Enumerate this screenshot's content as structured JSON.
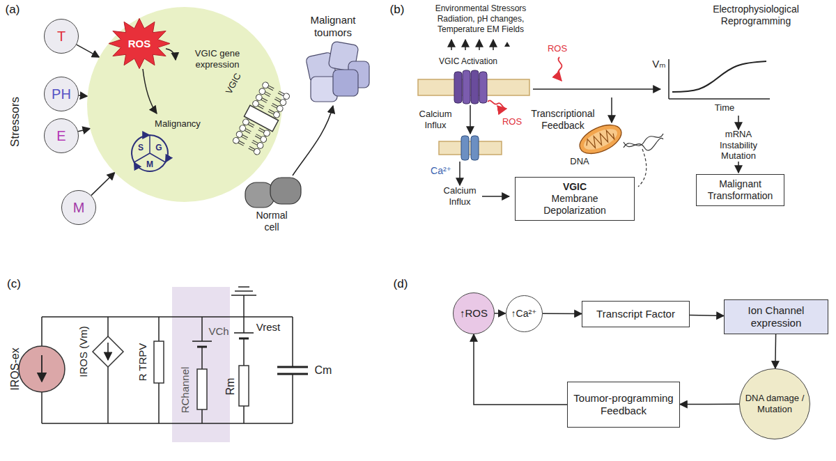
{
  "diagram": {
    "nodes": [
      {
        "text": [
          "T"
        ]
      },
      {
        "text": [
          "PH"
        ]
      },
      {
        "text": [
          "E"
        ]
      },
      {
        "text": [
          "M"
        ]
      },
      {
        "text": [
          "VGIC gene expression",
          "Malignancy",
          "VGIC"
        ]
      },
      {
        "text": [
          "ROS"
        ],
        "in": 4
      },
      {
        "text": [
          "S",
          "G",
          "M"
        ],
        "in": 4
      },
      {
        "text": [
          "VGIC",
          "Membrane Depolarization"
        ]
      },
      {
        "text": [
          "Malignant Transformation"
        ]
      },
      {
        "text": [
          "↑ROS"
        ]
      },
      {
        "text": [
          "↑Ca²⁺"
        ]
      },
      {
        "text": [
          "Transcript Factor"
        ]
      },
      {
        "text": [
          "Ion Channel expression"
        ]
      },
      {
        "text": [
          "DNA damage / Mutation"
        ]
      },
      {
        "text": [
          "Toumor-programming Feedback"
        ]
      }
    ],
    "edges": [
      {
        "from": 0,
        "to": 4,
        "arrow": "to"
      },
      {
        "from": 1,
        "to": 4,
        "arrow": "to"
      },
      {
        "from": 2,
        "to": 4,
        "arrow": "to"
      },
      {
        "from": 3,
        "to": 4,
        "arrow": "to"
      },
      {
        "from": 9,
        "to": 10,
        "arrow": "to"
      },
      {
        "from": 10,
        "to": 11,
        "arrow": "to"
      },
      {
        "from": 11,
        "to": 12,
        "arrow": "to"
      },
      {
        "from": 12,
        "to": 13,
        "arrow": "to"
      },
      {
        "from": 13,
        "to": 14,
        "arrow": "to"
      },
      {
        "from": 14,
        "to": 9,
        "arrow": "to"
      }
    ],
    "labels": [
      "(a)",
      "Stressors",
      "Malignant toumors",
      "Normal cell",
      "(b)",
      "Environmental Stressors",
      "Radiation, pH changes,",
      "Temperature EM Fields",
      "Electrophysiological Reprogramming",
      "VGIC Activation",
      "Calcium Influx",
      "ROS",
      "ROS",
      "Transcriptional Feedback",
      "Ca²⁺",
      "Calcium Influx",
      "DNA",
      "Vₘ",
      "Time",
      "mRNA Instability Mutation",
      "(c)",
      "IROS-ex",
      "IROS (Vm)",
      "R TRPV",
      "VCh",
      "RChannel",
      "Vrest",
      "Rm",
      "Cm",
      "(d)"
    ]
  }
}
